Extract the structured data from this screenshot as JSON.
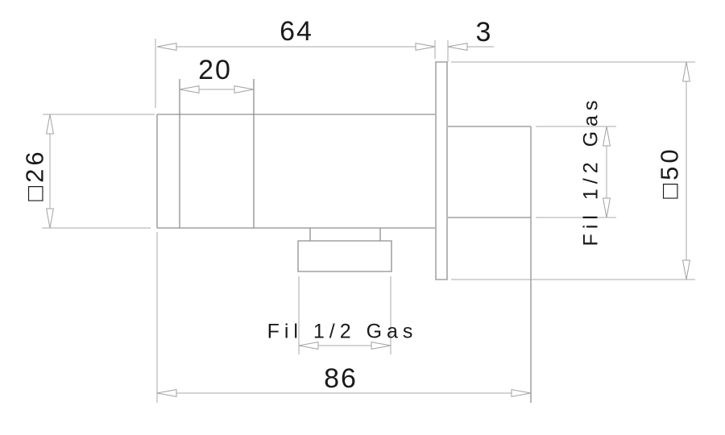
{
  "drawing": {
    "background_color": "#ffffff",
    "geometry_line_color": "#8f8f8f",
    "dimension_line_color": "#a9a9a9",
    "text_color": "#1a1a1a",
    "labels": {
      "top_length": "64",
      "upper_section_width": "20",
      "flange_thickness": "3",
      "body_square": "□26",
      "plate_square": "□50",
      "overall_length": "86",
      "bottom_thread": "Fil 1/2 Gas",
      "rear_thread": "Fil 1/2 Gas"
    }
  }
}
